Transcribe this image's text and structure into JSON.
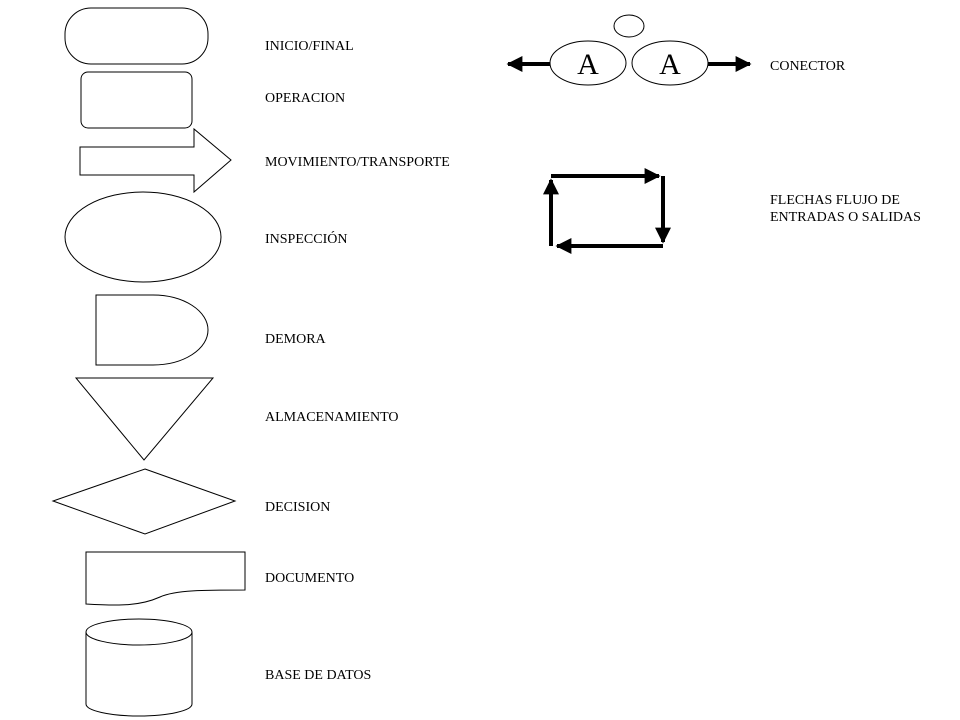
{
  "colors": {
    "stroke": "#000000",
    "fill": "#ffffff",
    "text": "#000000"
  },
  "symbols": [
    {
      "shape": "terminator",
      "label": "INICIO/FINAL"
    },
    {
      "shape": "process",
      "label": "OPERACION"
    },
    {
      "shape": "arrow",
      "label": "MOVIMIENTO/TRANSPORTE"
    },
    {
      "shape": "ellipse",
      "label": "INSPECCIÓN"
    },
    {
      "shape": "delay",
      "label": "DEMORA"
    },
    {
      "shape": "triangle-down",
      "label": "ALMACENAMIENTO"
    },
    {
      "shape": "diamond",
      "label": "DECISION"
    },
    {
      "shape": "document",
      "label": "DOCUMENTO"
    },
    {
      "shape": "cylinder",
      "label": "BASE DE DATOS"
    }
  ],
  "connector": {
    "left_letter": "A",
    "right_letter": "A",
    "label": "CONECTOR"
  },
  "flow_arrows": {
    "label": "FLECHAS FLUJO DE ENTRADAS O SALIDAS"
  }
}
